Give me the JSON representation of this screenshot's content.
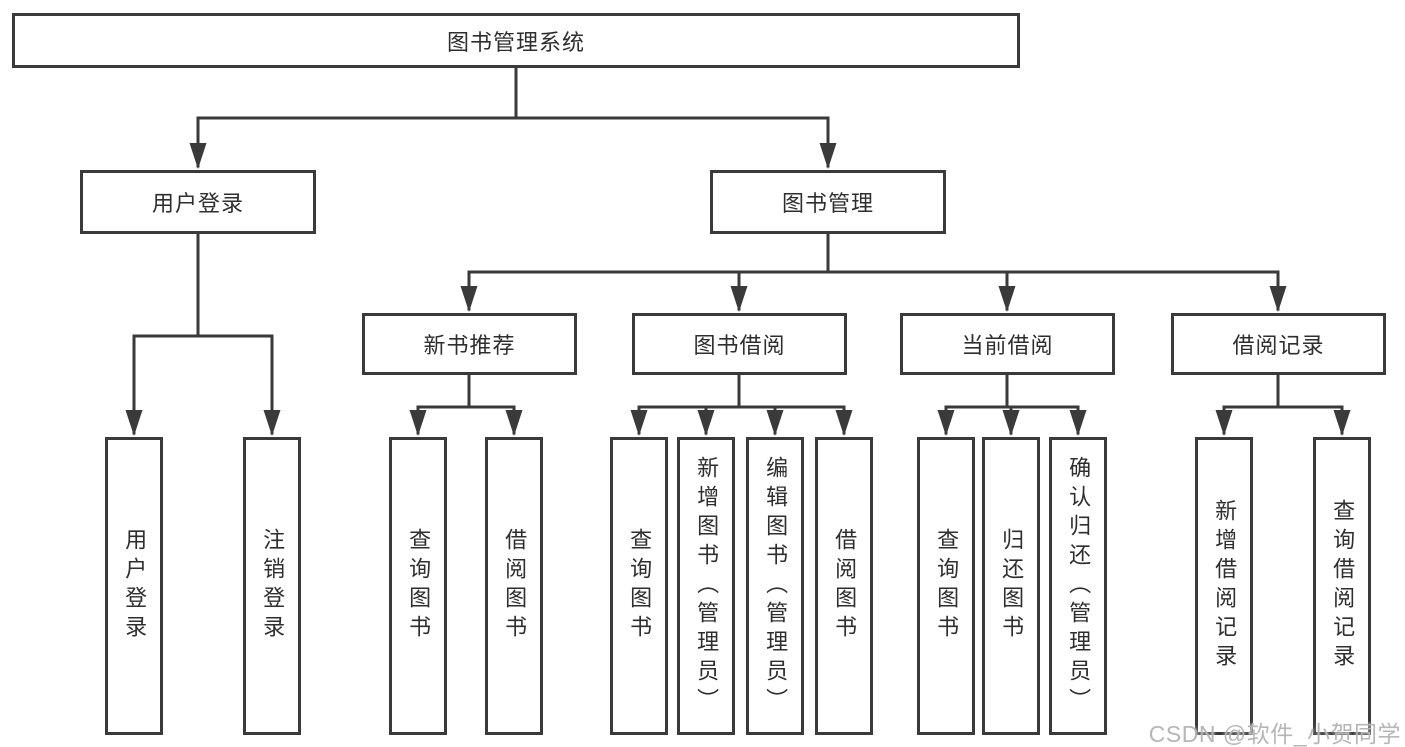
{
  "diagram_type": "tree",
  "colors": {
    "line": "#3a3a3a",
    "box_border": "#3a3a3a",
    "box_background": "#ffffff",
    "text": "#2e2e2e",
    "background": "#ffffff",
    "watermark": "#b2b2b2"
  },
  "nodes": {
    "root": {
      "label": "图书管理系统"
    },
    "user_login": {
      "label": "用户登录"
    },
    "book_management": {
      "label": "图书管理"
    },
    "new_book_recommend": {
      "label": "新书推荐"
    },
    "book_borrow": {
      "label": "图书借阅"
    },
    "current_borrow": {
      "label": "当前借阅"
    },
    "borrow_record": {
      "label": "借阅记录"
    },
    "leaf_user_login": {
      "label": "用户登录"
    },
    "leaf_logout": {
      "label": "注销登录"
    },
    "leaf_nb_query": {
      "label": "查询图书"
    },
    "leaf_nb_borrow": {
      "label": "借阅图书"
    },
    "leaf_bb_query": {
      "label": "查询图书"
    },
    "leaf_bb_add": {
      "label": "新增图书（管理员）"
    },
    "leaf_bb_edit": {
      "label": "编辑图书（管理员）"
    },
    "leaf_bb_borrow": {
      "label": "借阅图书"
    },
    "leaf_cb_query": {
      "label": "查询图书"
    },
    "leaf_cb_return": {
      "label": "归还图书"
    },
    "leaf_cb_confirm": {
      "label": "确认归还（管理员）"
    },
    "leaf_br_add": {
      "label": "新增借阅记录"
    },
    "leaf_br_query": {
      "label": "查询借阅记录"
    }
  },
  "hierarchy": {
    "图书管理系统": [
      "用户登录",
      "图书管理"
    ],
    "用户登录": [
      "用户登录",
      "注销登录"
    ],
    "图书管理": [
      "新书推荐",
      "图书借阅",
      "当前借阅",
      "借阅记录"
    ],
    "新书推荐": [
      "查询图书",
      "借阅图书"
    ],
    "图书借阅": [
      "查询图书",
      "新增图书（管理员）",
      "编辑图书（管理员）",
      "借阅图书"
    ],
    "当前借阅": [
      "查询图书",
      "归还图书",
      "确认归还（管理员）"
    ],
    "借阅记录": [
      "新增借阅记录",
      "查询借阅记录"
    ]
  },
  "watermark": {
    "text": "CSDN @软件_小贺同学"
  }
}
